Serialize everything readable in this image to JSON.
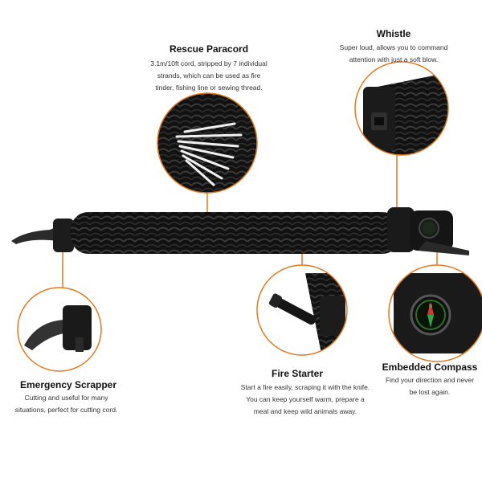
{
  "accent_color": "#e07a1f",
  "features": {
    "paracord": {
      "title": "Rescue Paracord",
      "desc_lines": [
        "3.1m/10ft cord, stripped by 7 individual",
        "strands, which can be used as fire",
        "tinder, fishing line or sewing thread."
      ],
      "icon": "paracord-strands"
    },
    "whistle": {
      "title": "Whistle",
      "desc_lines": [
        "Super loud, allows you to command",
        "attention with just a soft blow."
      ],
      "icon": "whistle"
    },
    "scrapper": {
      "title": "Emergency Scrapper",
      "desc_lines": [
        "Cutting and useful for many",
        "situations, perfect for cutting cord."
      ],
      "icon": "knife-blade"
    },
    "fire_starter": {
      "title": "Fire Starter",
      "desc_lines": [
        "Start a fire easily, scraping it with the knife.",
        "You can keep yourself warm, prepare a",
        "meal and keep wild animals away."
      ],
      "icon": "fire-starter-rod"
    },
    "compass": {
      "title": "Embedded Compass",
      "desc_lines": [
        "Find your direction and never",
        "be lost again."
      ],
      "icon": "compass"
    }
  }
}
